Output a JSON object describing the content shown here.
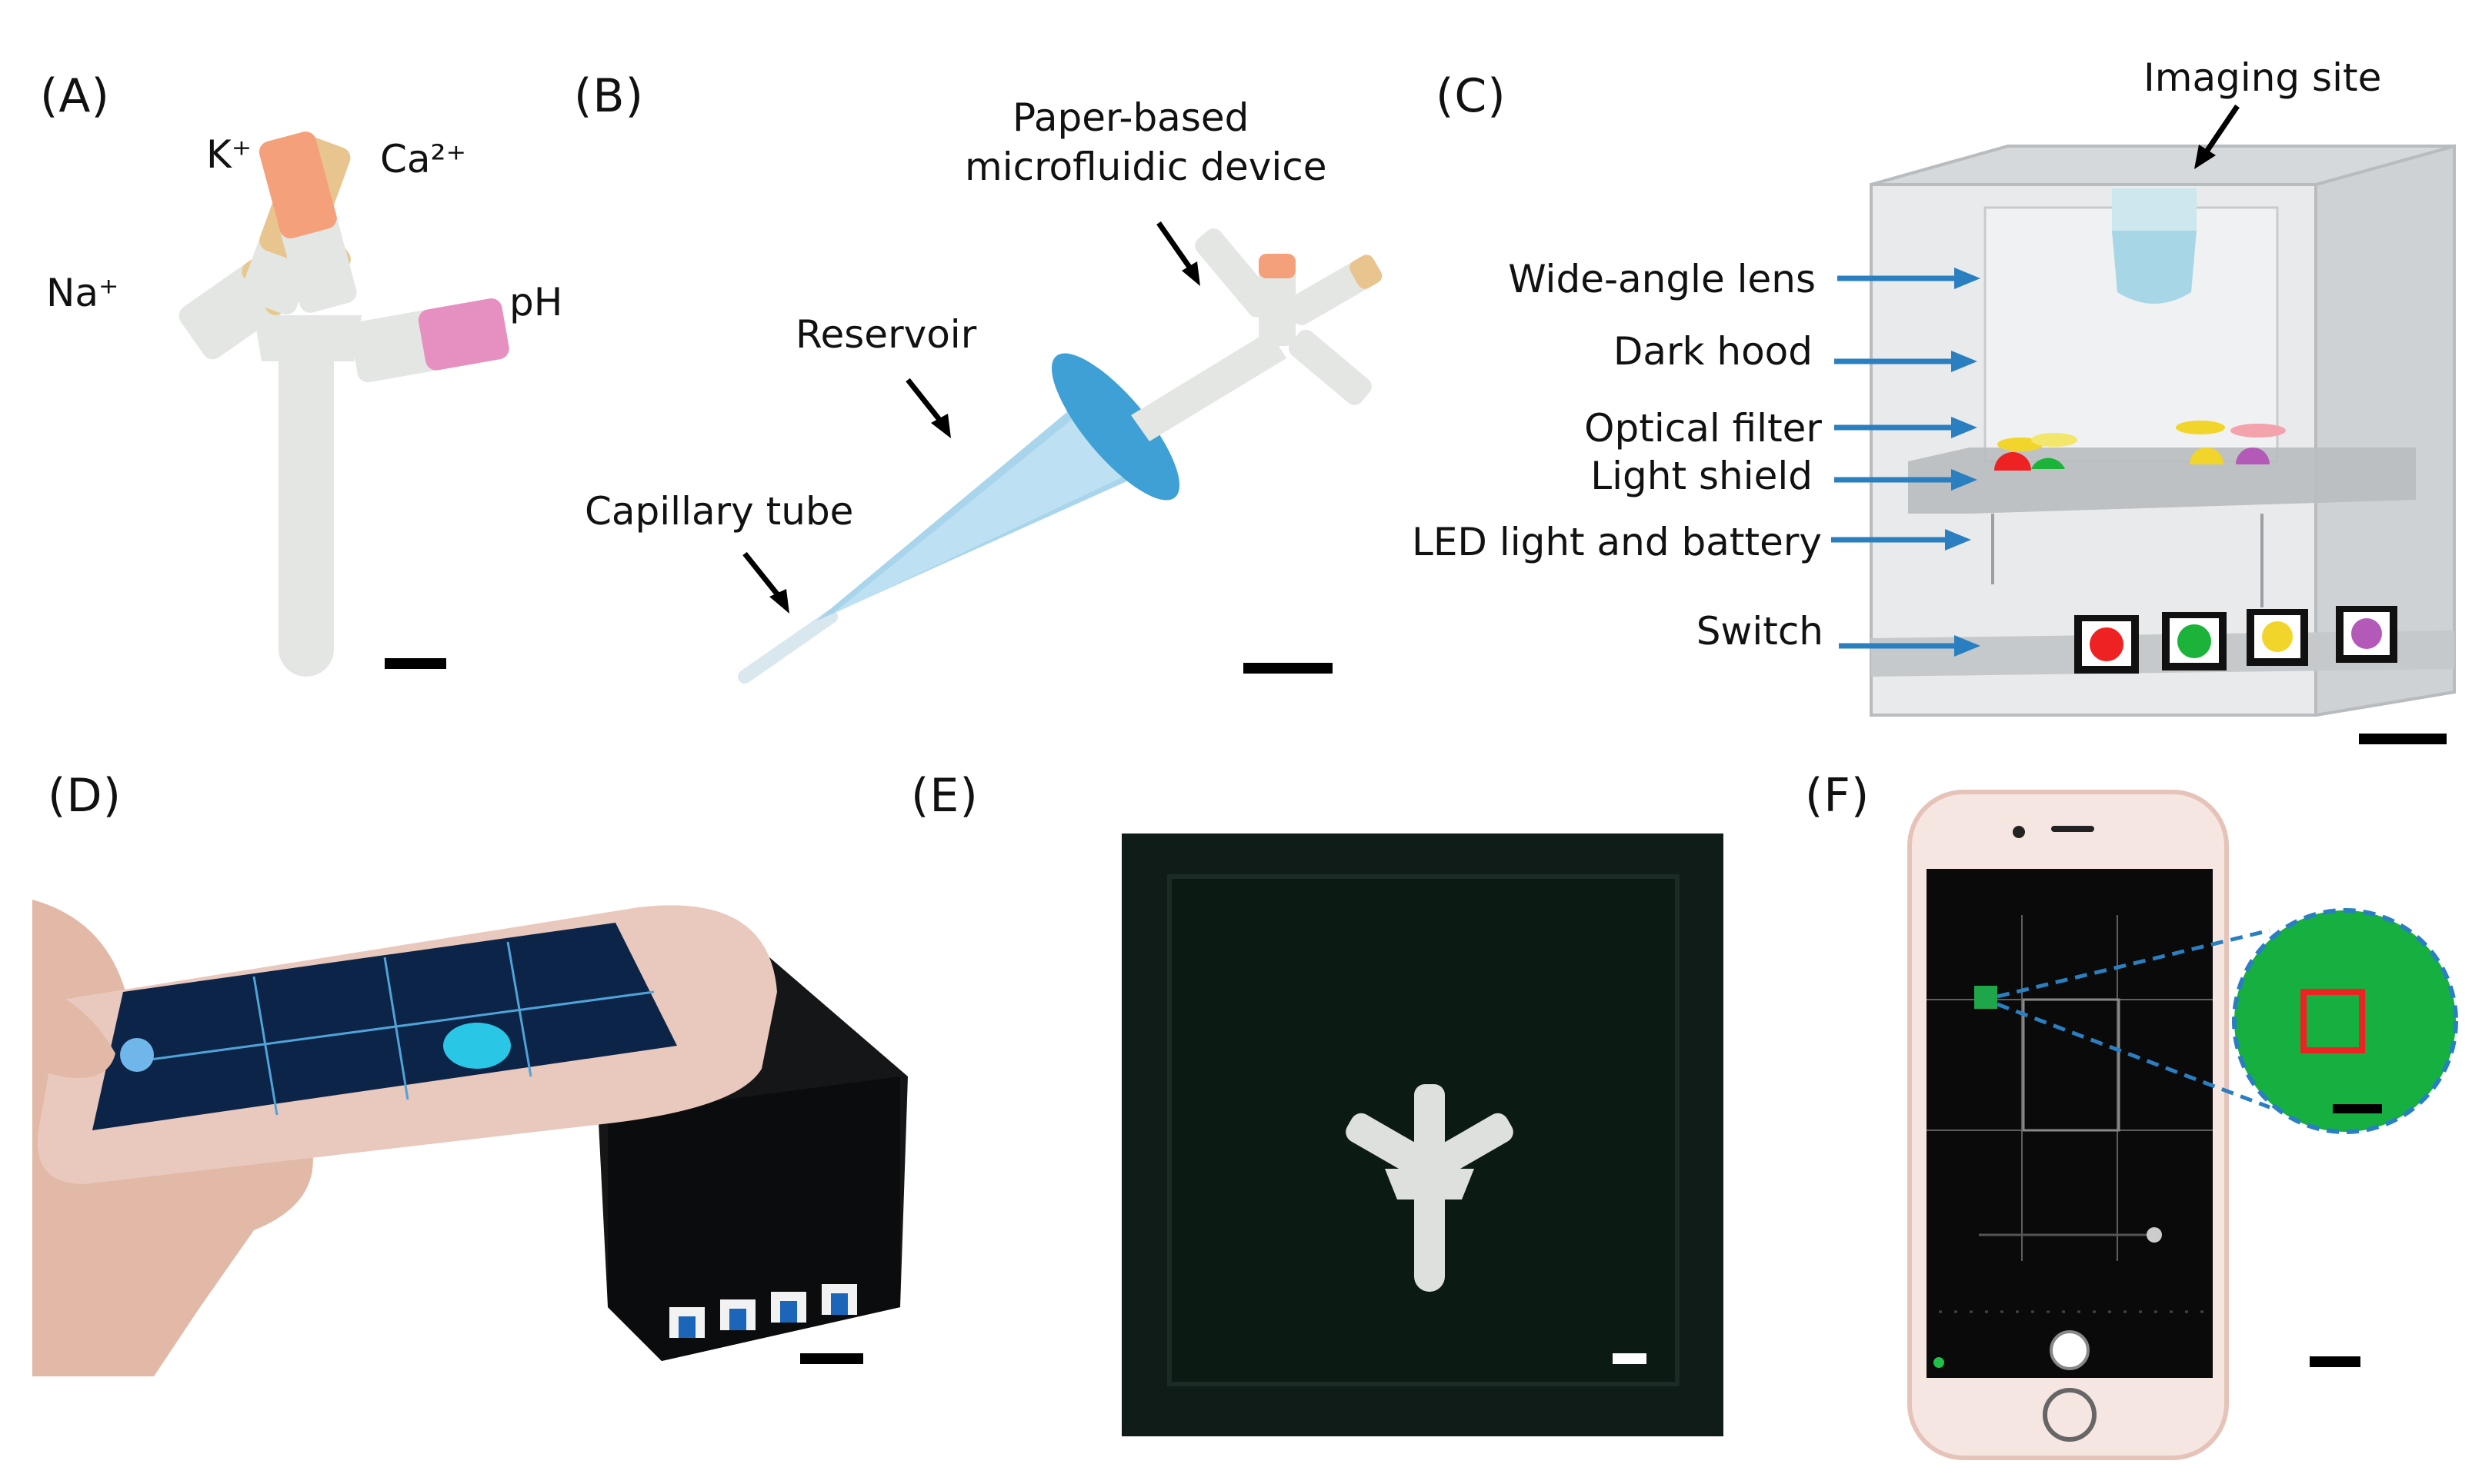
{
  "panels": {
    "a": {
      "label": "(A)",
      "ions": {
        "k": "K⁺",
        "ca": "Ca²⁺",
        "na": "Na⁺",
        "ph": "pH"
      }
    },
    "b": {
      "label": "(B)",
      "paper_device": "Paper-based",
      "paper_device_line2": "microfluidic device",
      "reservoir": "Reservoir",
      "capillary": "Capillary tube"
    },
    "c": {
      "label": "(C)",
      "imaging_site": "Imaging site",
      "lens": "Wide-angle lens",
      "hood": "Dark hood",
      "filter": "Optical filter",
      "shield": "Light shield",
      "led": "LED light and battery",
      "switch": "Switch"
    },
    "d": {
      "label": "(D)"
    },
    "e": {
      "label": "(E)"
    },
    "f": {
      "label": "(F)"
    }
  },
  "colors": {
    "arrow_blue": "#2a7fc0",
    "na_strip": "#e7c98e",
    "k_strip": "#e8c48e",
    "ca_strip": "#f4a07a",
    "ph_strip": "#e68fc1",
    "led_red": "#e22",
    "led_green": "#1bb33a",
    "led_yellow": "#f2d52a",
    "led_purple": "#b35ab8"
  }
}
